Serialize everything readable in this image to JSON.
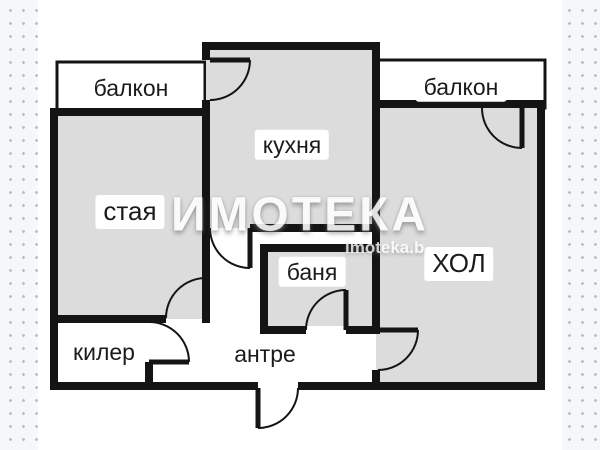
{
  "plan": {
    "rooms": {
      "balcony_left": {
        "label": "балкон"
      },
      "kitchen": {
        "label": "кухня"
      },
      "balcony_right": {
        "label": "балкон"
      },
      "room": {
        "label": "стая"
      },
      "bathroom": {
        "label": "баня"
      },
      "hall": {
        "label": "ХОЛ"
      },
      "closet": {
        "label": "килер"
      },
      "entry": {
        "label": "антре"
      }
    }
  },
  "watermark": {
    "brand": "ИМОТЕКА",
    "website": "imoteka.b"
  },
  "colors": {
    "wall": "#141414",
    "room_fill": "#dcdcdc",
    "balcony_fill": "#ffffff",
    "board": "#ffffff",
    "background": "#f5f7f9",
    "dot": "#b4bfca"
  }
}
